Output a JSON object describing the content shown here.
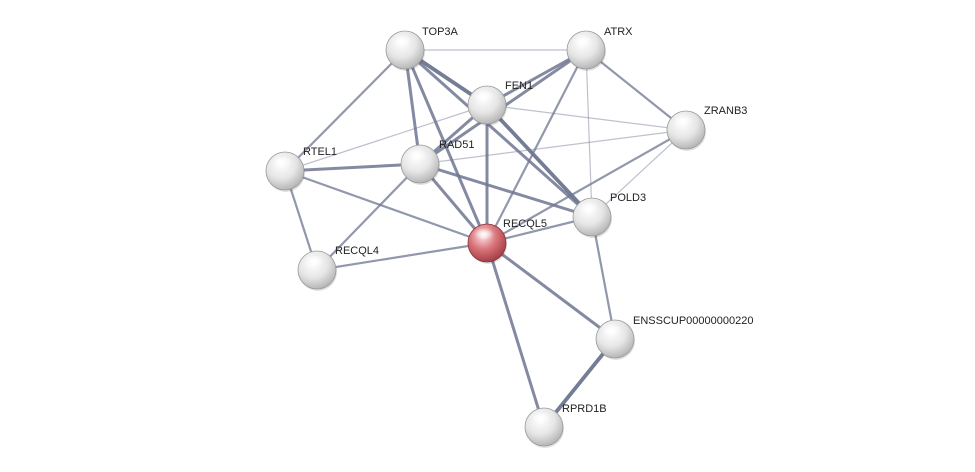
{
  "network": {
    "node_color_default": "#e6e6e6",
    "node_color_query": "#d9747a",
    "edge_color": "#6e7690",
    "nodes": [
      {
        "id": "TOP3A",
        "label": "TOP3A",
        "query": false
      },
      {
        "id": "ATRX",
        "label": "ATRX",
        "query": false
      },
      {
        "id": "FEN1",
        "label": "FEN1",
        "query": false
      },
      {
        "id": "ZRANB3",
        "label": "ZRANB3",
        "query": false
      },
      {
        "id": "RTEL1",
        "label": "RTEL1",
        "query": false
      },
      {
        "id": "RAD51",
        "label": "RAD51",
        "query": false
      },
      {
        "id": "POLD3",
        "label": "POLD3",
        "query": false
      },
      {
        "id": "RECQL5",
        "label": "RECQL5",
        "query": true
      },
      {
        "id": "RECQL4",
        "label": "RECQL4",
        "query": false
      },
      {
        "id": "ENSSCUP00000000220",
        "label": "ENSSCUP00000000220",
        "query": false
      },
      {
        "id": "RPRD1B",
        "label": "RPRD1B",
        "query": false
      }
    ],
    "edges": [
      {
        "source": "TOP3A",
        "target": "ATRX",
        "weight": 1
      },
      {
        "source": "TOP3A",
        "target": "FEN1",
        "weight": 4
      },
      {
        "source": "TOP3A",
        "target": "RTEL1",
        "weight": 2
      },
      {
        "source": "TOP3A",
        "target": "RAD51",
        "weight": 3
      },
      {
        "source": "TOP3A",
        "target": "RECQL5",
        "weight": 3
      },
      {
        "source": "TOP3A",
        "target": "POLD3",
        "weight": 3
      },
      {
        "source": "ATRX",
        "target": "FEN1",
        "weight": 3
      },
      {
        "source": "ATRX",
        "target": "ZRANB3",
        "weight": 2
      },
      {
        "source": "ATRX",
        "target": "RAD51",
        "weight": 3
      },
      {
        "source": "ATRX",
        "target": "RECQL5",
        "weight": 2
      },
      {
        "source": "ATRX",
        "target": "POLD3",
        "weight": 1
      },
      {
        "source": "FEN1",
        "target": "ZRANB3",
        "weight": 1
      },
      {
        "source": "FEN1",
        "target": "RTEL1",
        "weight": 1
      },
      {
        "source": "FEN1",
        "target": "RAD51",
        "weight": 3
      },
      {
        "source": "FEN1",
        "target": "RECQL5",
        "weight": 3
      },
      {
        "source": "FEN1",
        "target": "POLD3",
        "weight": 4
      },
      {
        "source": "ZRANB3",
        "target": "RAD51",
        "weight": 1
      },
      {
        "source": "ZRANB3",
        "target": "POLD3",
        "weight": 1
      },
      {
        "source": "ZRANB3",
        "target": "RECQL5",
        "weight": 2
      },
      {
        "source": "RTEL1",
        "target": "RAD51",
        "weight": 3
      },
      {
        "source": "RTEL1",
        "target": "RECQL5",
        "weight": 2
      },
      {
        "source": "RTEL1",
        "target": "RECQL4",
        "weight": 2
      },
      {
        "source": "RAD51",
        "target": "RECQL5",
        "weight": 3
      },
      {
        "source": "RAD51",
        "target": "POLD3",
        "weight": 3
      },
      {
        "source": "RAD51",
        "target": "RECQL4",
        "weight": 2
      },
      {
        "source": "RECQL5",
        "target": "POLD3",
        "weight": 2
      },
      {
        "source": "RECQL5",
        "target": "RECQL4",
        "weight": 2
      },
      {
        "source": "RECQL5",
        "target": "ENSSCUP00000000220",
        "weight": 3
      },
      {
        "source": "RECQL5",
        "target": "RPRD1B",
        "weight": 3
      },
      {
        "source": "POLD3",
        "target": "ENSSCUP00000000220",
        "weight": 2
      },
      {
        "source": "ENSSCUP00000000220",
        "target": "RPRD1B",
        "weight": 4
      }
    ]
  }
}
